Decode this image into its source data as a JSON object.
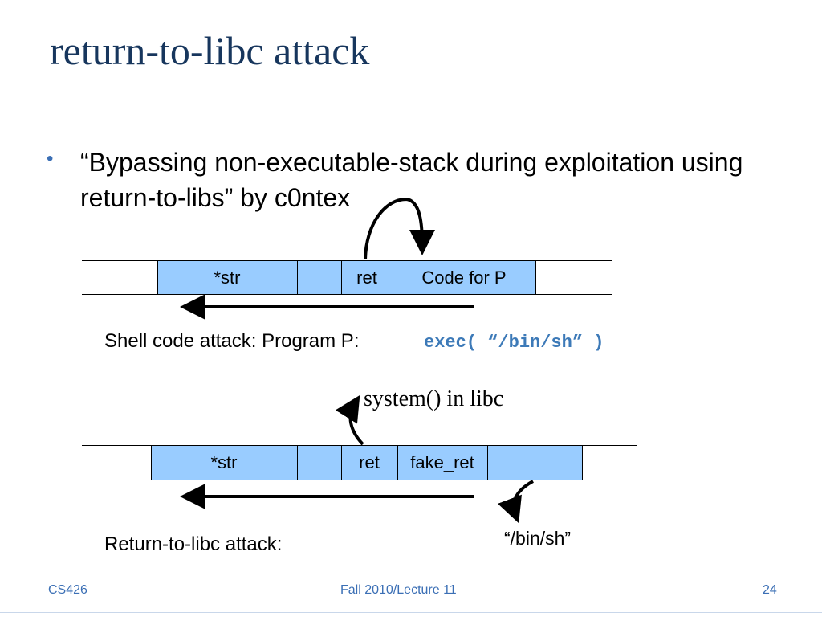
{
  "slide": {
    "title": "return-to-libc attack",
    "bullet": "“Bypassing non-executable-stack during exploitation using return-to-libs” by c0ntex"
  },
  "diagram1": {
    "cells": [
      "*str",
      "",
      "ret",
      "Code for P"
    ],
    "caption": "Shell code attack: Program P:",
    "code": "exec( “/bin/sh” )"
  },
  "diagram2": {
    "label_top": "system() in libc",
    "cells": [
      "*str",
      "",
      "ret",
      "fake_ret",
      ""
    ],
    "caption": "Return-to-libc attack:",
    "label_binsh": "“/bin/sh”"
  },
  "footer": {
    "left": "CS426",
    "center": "Fall 2010/Lecture 11",
    "right": "24"
  },
  "colors": {
    "title": "#17365d",
    "cell_fill": "#99ccff",
    "code": "#3d7ab8",
    "footer": "#3b6fb5"
  }
}
